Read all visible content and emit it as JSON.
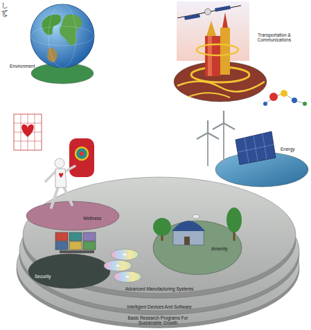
{
  "diagram": {
    "nodes": [
      {
        "text": [
          "Environment"
        ]
      },
      {
        "text": [
          "Transportation & Communications"
        ]
      },
      {
        "text": [
          "Wellness"
        ]
      },
      {
        "text": [
          "Energy"
        ]
      },
      {
        "text": [
          "Advanced Manufacturing Systems"
        ]
      },
      {
        "text": [
          "Security"
        ],
        "in": 4
      },
      {
        "text": [
          "Amenity"
        ],
        "in": 4
      },
      {
        "text": [
          "Intelligent Devices And Software"
        ]
      },
      {
        "text": [
          "Basic Research Programs For Sustainable Growth"
        ]
      }
    ],
    "labels": [
      "して",
      "し"
    ]
  }
}
